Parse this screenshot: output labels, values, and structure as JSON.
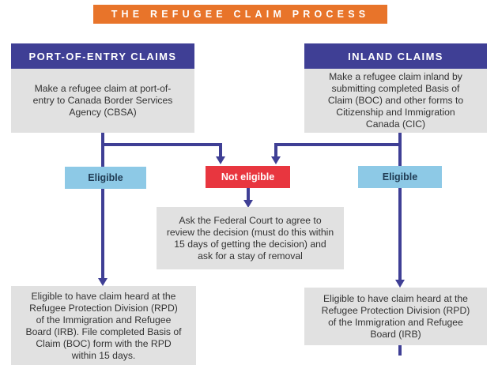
{
  "title": "THE REFUGEE CLAIM PROCESS",
  "left": {
    "header": "PORT-OF-ENTRY CLAIMS",
    "description": "Make a refugee claim at port-of-entry to Canada Border Services Agency (CBSA)",
    "badge": "Eligible",
    "outcome": "Eligible to have claim heard at the Refugee Protection Division (RPD) of the Immigration and Refugee Board (IRB).  File completed Basis of Claim (BOC) form with the RPD within 15 days."
  },
  "right": {
    "header": "INLAND CLAIMS",
    "description": "Make a refugee claim inland by submitting completed Basis of Claim (BOC) and other forms to Citizenship and Immigration Canada (CIC)",
    "badge": "Eligible",
    "outcome": "Eligible to have claim heard at the Refugee Protection Division (RPD) of the Immigration and Refugee Board (IRB)"
  },
  "center": {
    "badge": "Not eligible",
    "outcome": "Ask the Federal Court to agree to review the decision (must do this within 15 days of getting the decision) and ask for a stay of removal"
  },
  "colors": {
    "title_bg": "#e8742a",
    "header_bg": "#3f3f95",
    "box_bg": "#e1e1e1",
    "eligible_bg": "#8dc9e6",
    "not_eligible_bg": "#e8363f",
    "connector": "#3f3f95"
  }
}
